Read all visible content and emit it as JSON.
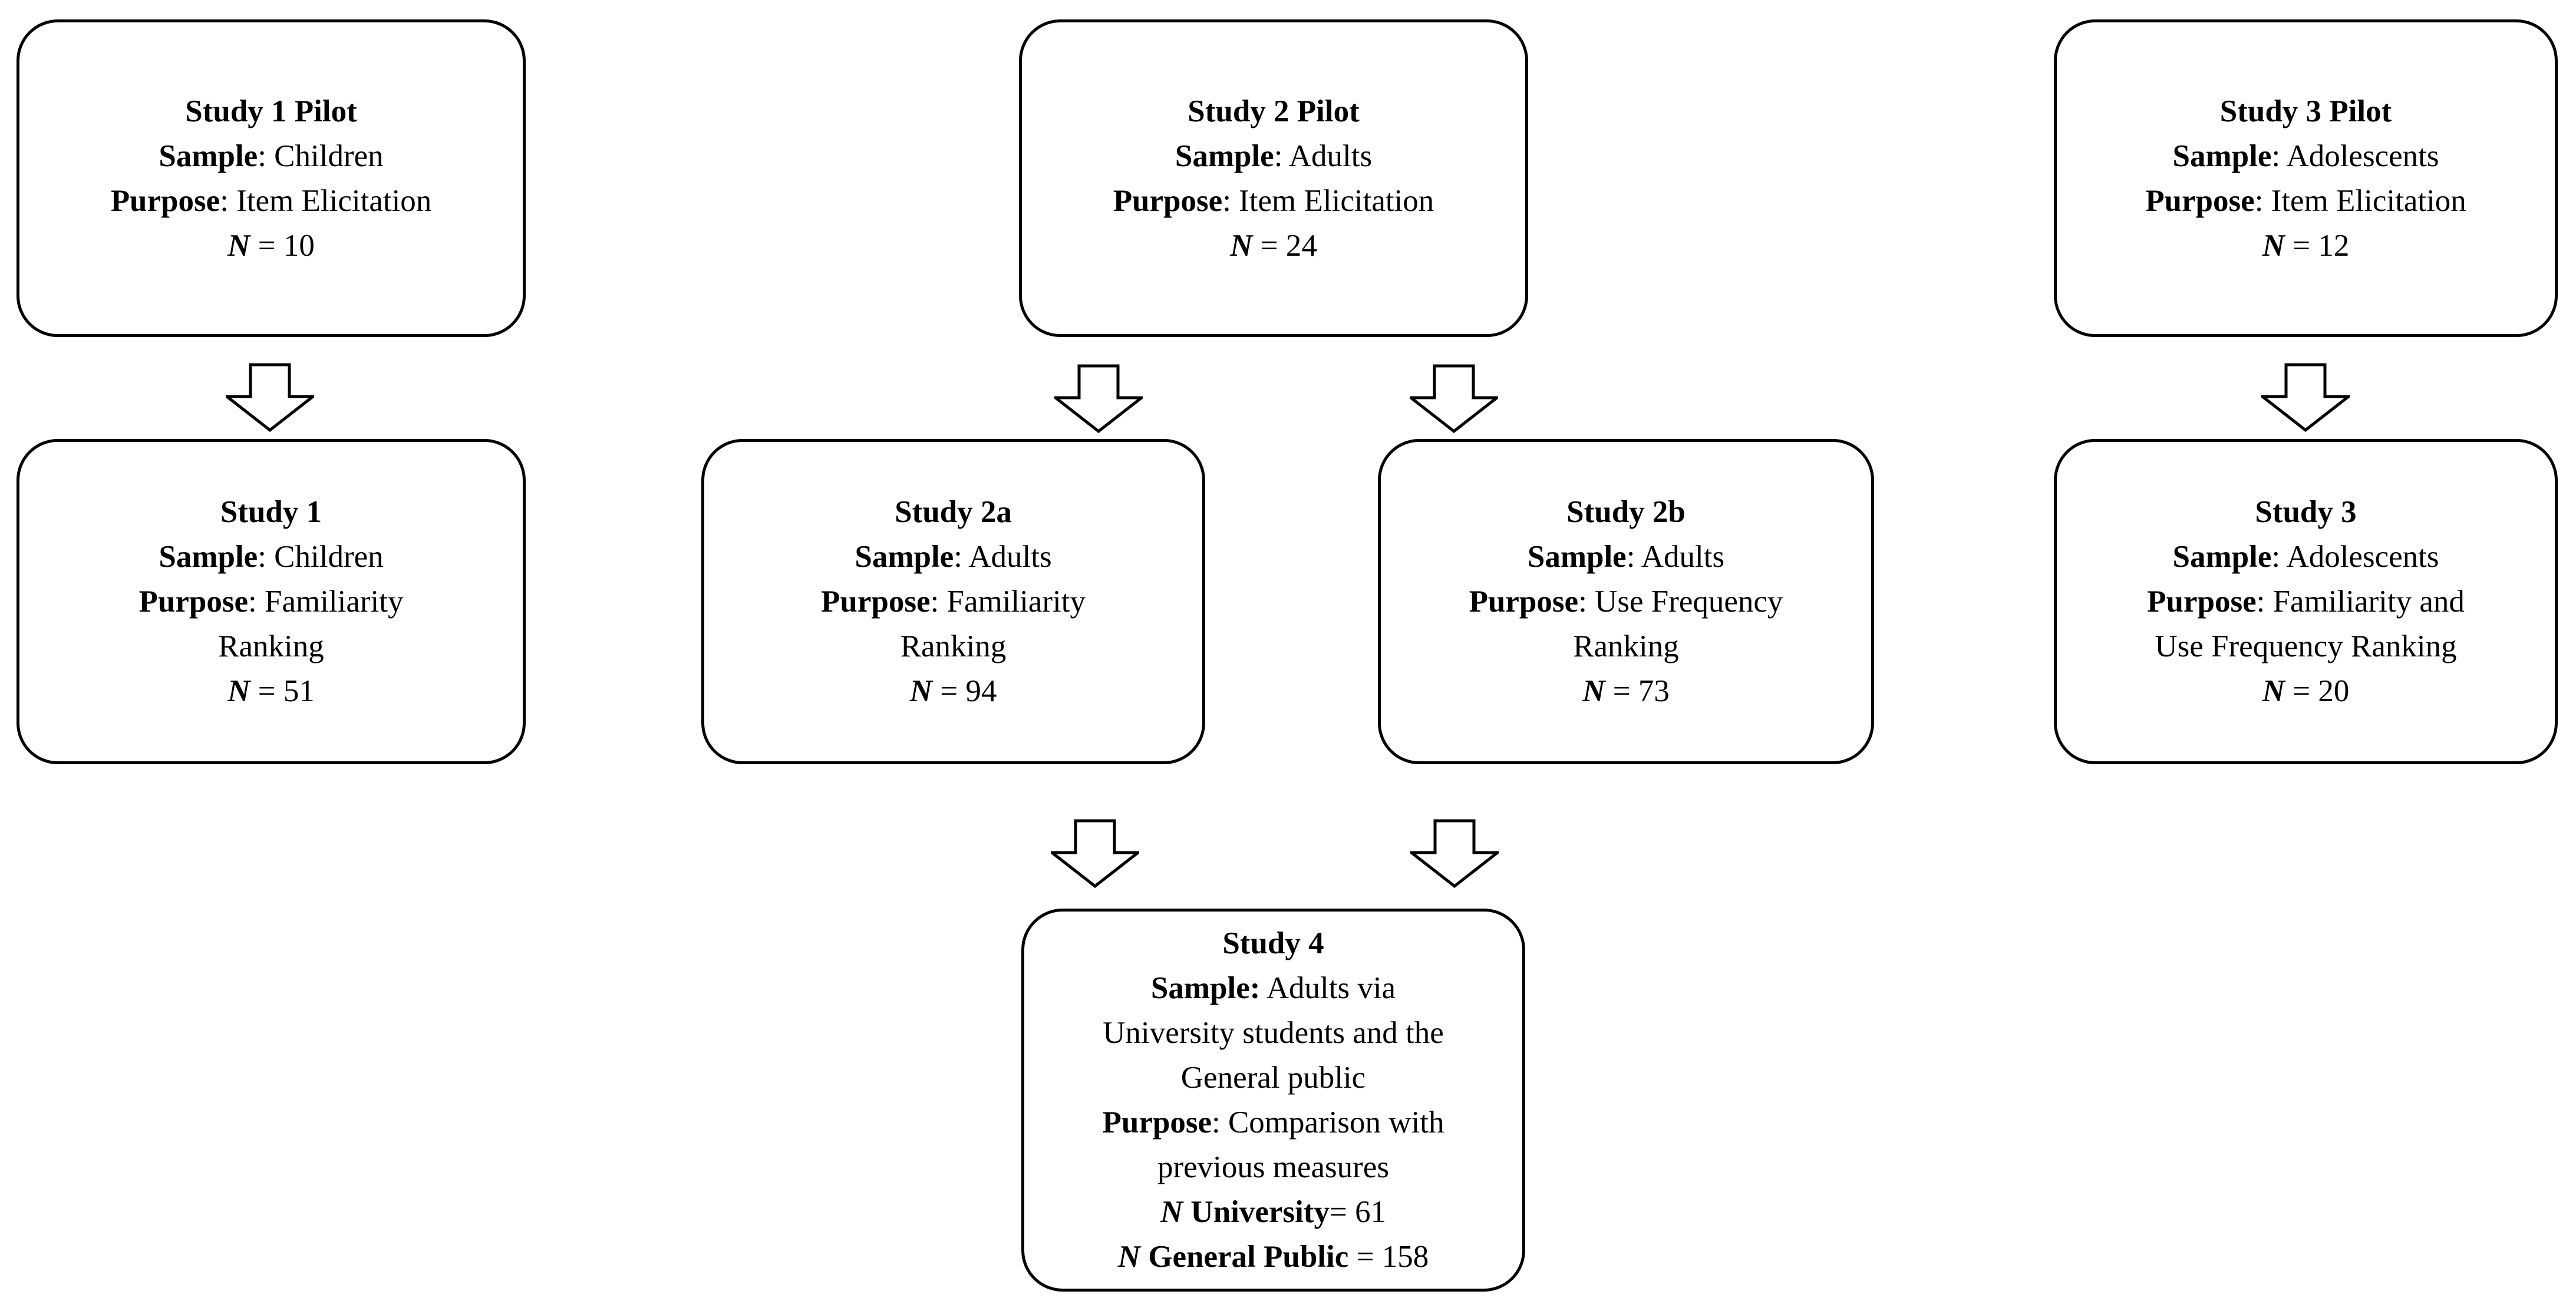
{
  "colors": {
    "ink": "#000000",
    "background": "#ffffff"
  },
  "boxes": [
    {
      "id": "study-1-pilot",
      "title": "Study 1 Pilot",
      "sample_label": "Sample",
      "sample_text": ": Children",
      "purpose_label": "Purpose",
      "purpose_text": ": Item Elicitation",
      "n_label": "N",
      "n_text": " = 10"
    },
    {
      "id": "study-2-pilot",
      "title": "Study 2 Pilot",
      "sample_label": "Sample",
      "sample_text": ": Adults",
      "purpose_label": "Purpose",
      "purpose_text": ": Item Elicitation",
      "n_label": "N",
      "n_text": " = 24"
    },
    {
      "id": "study-3-pilot",
      "title": "Study 3 Pilot",
      "sample_label": "Sample",
      "sample_text": ": Adolescents",
      "purpose_label": "Purpose",
      "purpose_text": ": Item Elicitation",
      "n_label": "N",
      "n_text": " = 12"
    },
    {
      "id": "study-1",
      "title": "Study 1",
      "sample_label": "Sample",
      "sample_text": ": Children",
      "purpose_label": "Purpose",
      "purpose_text": ": Familiarity",
      "purpose_line2": "Ranking",
      "n_label": "N",
      "n_text": " = 51"
    },
    {
      "id": "study-2a",
      "title": "Study 2a",
      "sample_label": "Sample",
      "sample_text": ": Adults",
      "purpose_label": "Purpose",
      "purpose_text": ": Familiarity",
      "purpose_line2": "Ranking",
      "n_label": "N",
      "n_text": " = 94"
    },
    {
      "id": "study-2b",
      "title": "Study 2b",
      "sample_label": "Sample",
      "sample_text": ": Adults",
      "purpose_label": "Purpose",
      "purpose_text": ": Use Frequency",
      "purpose_line2": "Ranking",
      "n_label": "N",
      "n_text": " = 73"
    },
    {
      "id": "study-3",
      "title": "Study 3",
      "sample_label": "Sample",
      "sample_text": ": Adolescents",
      "purpose_label": "Purpose",
      "purpose_text": ": Familiarity and",
      "purpose_line2": "Use Frequency Ranking",
      "n_label": "N",
      "n_text": " = 20"
    },
    {
      "id": "study-4",
      "title": "Study 4",
      "sample_label": "Sample:",
      "sample_text": " Adults via",
      "sample_line2": "University students and the",
      "sample_line3": "General public",
      "purpose_label": "Purpose",
      "purpose_text": ": Comparison with",
      "purpose_line2": "previous measures",
      "n_university_label": "N",
      "n_university_bold": " University",
      "n_university_text": "= 61",
      "n_general_label": "N",
      "n_general_bold": " General Public",
      "n_general_text": " = 158"
    }
  ],
  "arrows": [
    {
      "id": "arrow-study1-pilot-to-study1",
      "from": "study-1-pilot",
      "to": "study-1"
    },
    {
      "id": "arrow-study2-pilot-to-study2a",
      "from": "study-2-pilot",
      "to": "study-2a"
    },
    {
      "id": "arrow-study2-pilot-to-study2b",
      "from": "study-2-pilot",
      "to": "study-2b"
    },
    {
      "id": "arrow-study3-pilot-to-study3",
      "from": "study-3-pilot",
      "to": "study-3"
    },
    {
      "id": "arrow-study2a-to-study4",
      "from": "study-2a",
      "to": "study-4"
    },
    {
      "id": "arrow-study2b-to-study4",
      "from": "study-2b",
      "to": "study-4"
    }
  ]
}
